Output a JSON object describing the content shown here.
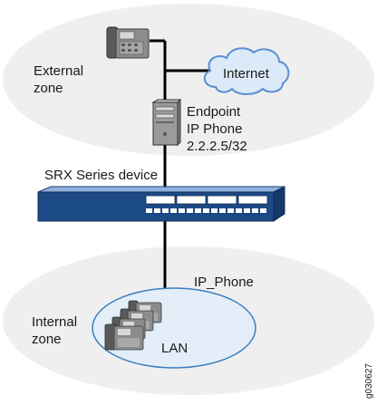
{
  "zones": {
    "external": {
      "line1": "External",
      "line2": "zone"
    },
    "internal": {
      "line1": "Internal",
      "line2": "zone"
    }
  },
  "cloud": {
    "label": "Internet"
  },
  "endpoint": {
    "line1": "Endpoint",
    "line2": "IP Phone",
    "line3": "2.2.2.5/32"
  },
  "device": {
    "label": "SRX Series device"
  },
  "lan": {
    "label": "LAN",
    "group_label": "IP_Phone"
  },
  "figure_id": "g030627",
  "colors": {
    "zone_fill": "#efefef",
    "lan_fill": "#e4eef8",
    "lan_stroke": "#3c7fc0",
    "device_blue": "#1c4a86",
    "cloud_fill": "#dbe9f8",
    "cloud_stroke": "#5b8fcf",
    "wire": "#000000"
  },
  "icons": [
    "desk-phone-icon",
    "cloud-icon",
    "server-tower-icon",
    "network-switch-icon",
    "phone-group-icon"
  ]
}
